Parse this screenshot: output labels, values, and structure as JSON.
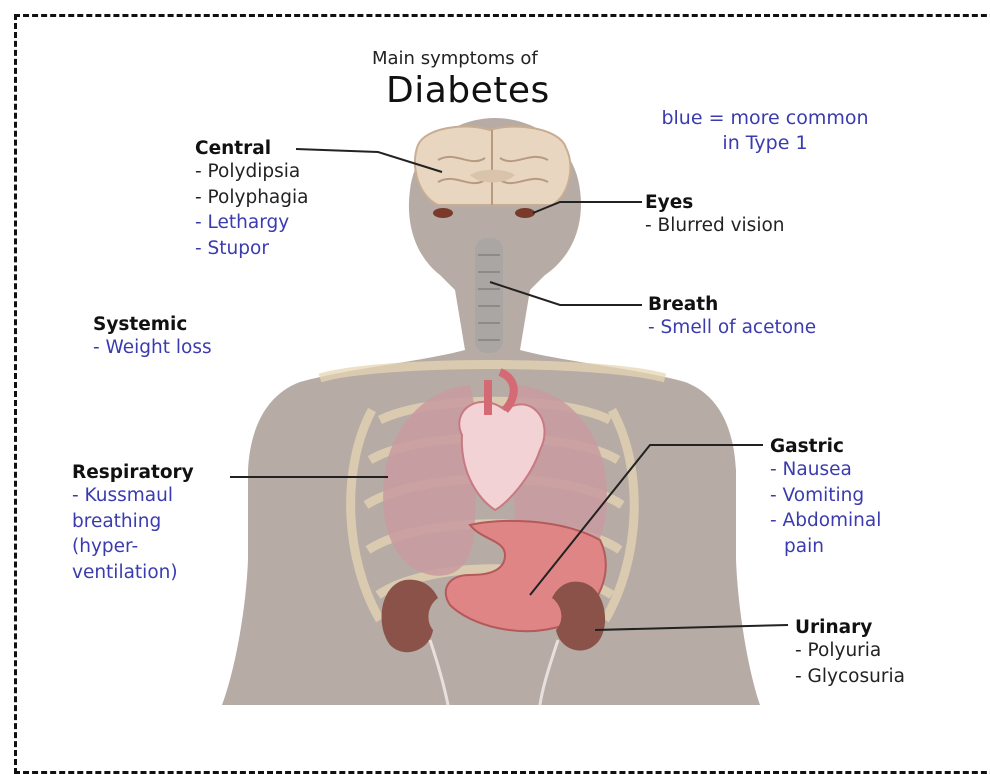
{
  "title": {
    "small": "Main symptoms of",
    "big": "Diabetes"
  },
  "legend": {
    "line1": "blue = more common",
    "line2": "in Type 1"
  },
  "groups": {
    "central": {
      "heading": "Central",
      "items": [
        "- Polydipsia",
        "- Polyphagia",
        "- Lethargy",
        "- Stupor"
      ]
    },
    "eyes": {
      "heading": "Eyes",
      "items": [
        "- Blurred vision"
      ]
    },
    "breath": {
      "heading": "Breath",
      "items": [
        "- Smell of acetone"
      ]
    },
    "systemic": {
      "heading": "Systemic",
      "items": [
        "- Weight loss"
      ]
    },
    "gastric": {
      "heading": "Gastric",
      "items": [
        "- Nausea",
        "- Vomiting",
        "- Abdominal",
        "pain"
      ]
    },
    "respiratory": {
      "heading": "Respiratory",
      "items": [
        "- Kussmaul",
        "breathing",
        "(hyper-",
        "ventilation)"
      ]
    },
    "urinary": {
      "heading": "Urinary",
      "items": [
        "- Polyuria",
        "- Glycosuria"
      ]
    }
  },
  "colors": {
    "type1_blue": "#3b3bb0",
    "body": "#b7aba5",
    "text": "#111111"
  }
}
